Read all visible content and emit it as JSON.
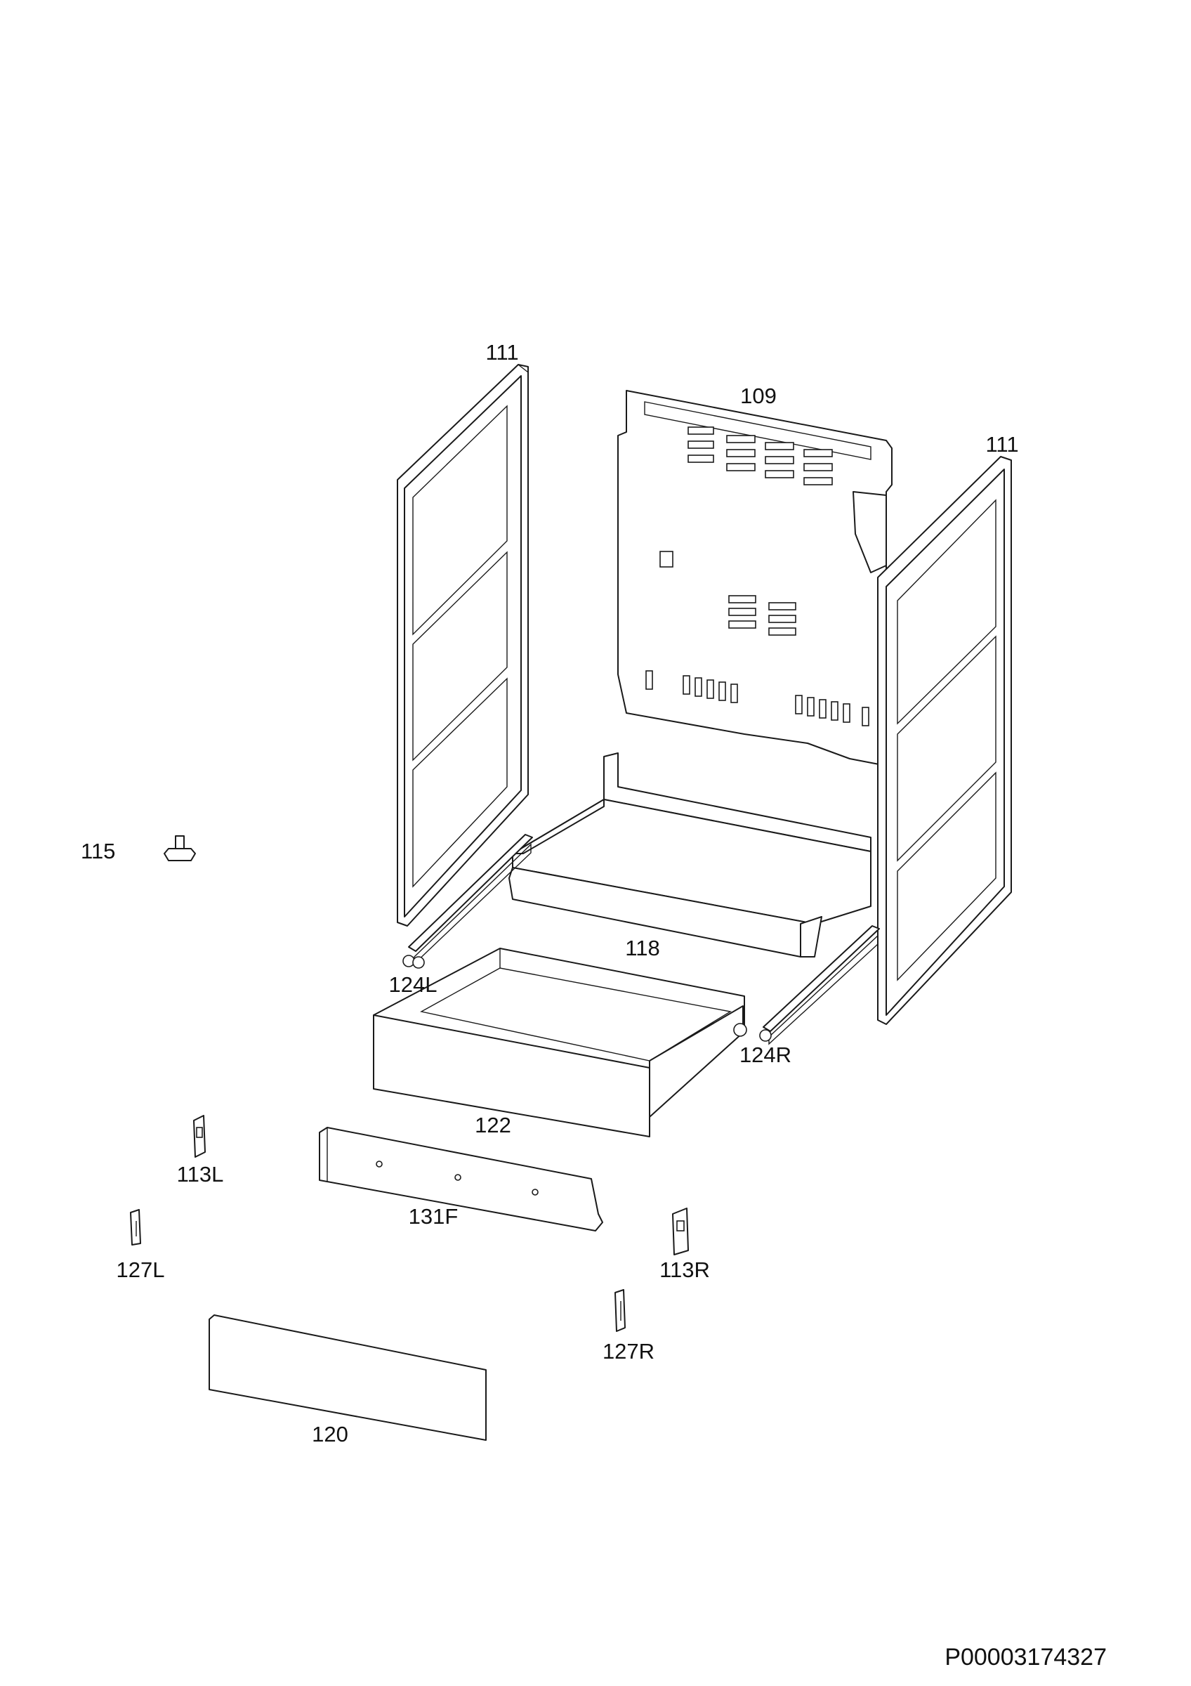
{
  "parts": [
    {
      "id": "111",
      "label": "111",
      "icon": "side-panel-left"
    },
    {
      "id": "109",
      "label": "109",
      "icon": "back-panel"
    },
    {
      "id": "111b",
      "label": "111",
      "icon": "side-panel-right"
    },
    {
      "id": "115",
      "label": "115",
      "icon": "adjustable-foot"
    },
    {
      "id": "118",
      "label": "118",
      "icon": "drawer-base-tray"
    },
    {
      "id": "124L",
      "label": "124L",
      "icon": "drawer-rail-left"
    },
    {
      "id": "124R",
      "label": "124R",
      "icon": "drawer-rail-right"
    },
    {
      "id": "122",
      "label": "122",
      "icon": "drawer"
    },
    {
      "id": "113L",
      "label": "113L",
      "icon": "hinge-left"
    },
    {
      "id": "131F",
      "label": "131F",
      "icon": "front-rail"
    },
    {
      "id": "127L",
      "label": "127L",
      "icon": "bracket-left"
    },
    {
      "id": "113R",
      "label": "113R",
      "icon": "hinge-right"
    },
    {
      "id": "127R",
      "label": "127R",
      "icon": "bracket-right"
    },
    {
      "id": "120",
      "label": "120",
      "icon": "drawer-front-panel"
    }
  ],
  "document_id": "P00003174327",
  "colors": {
    "line": "#1a1a1a",
    "background": "#ffffff"
  }
}
